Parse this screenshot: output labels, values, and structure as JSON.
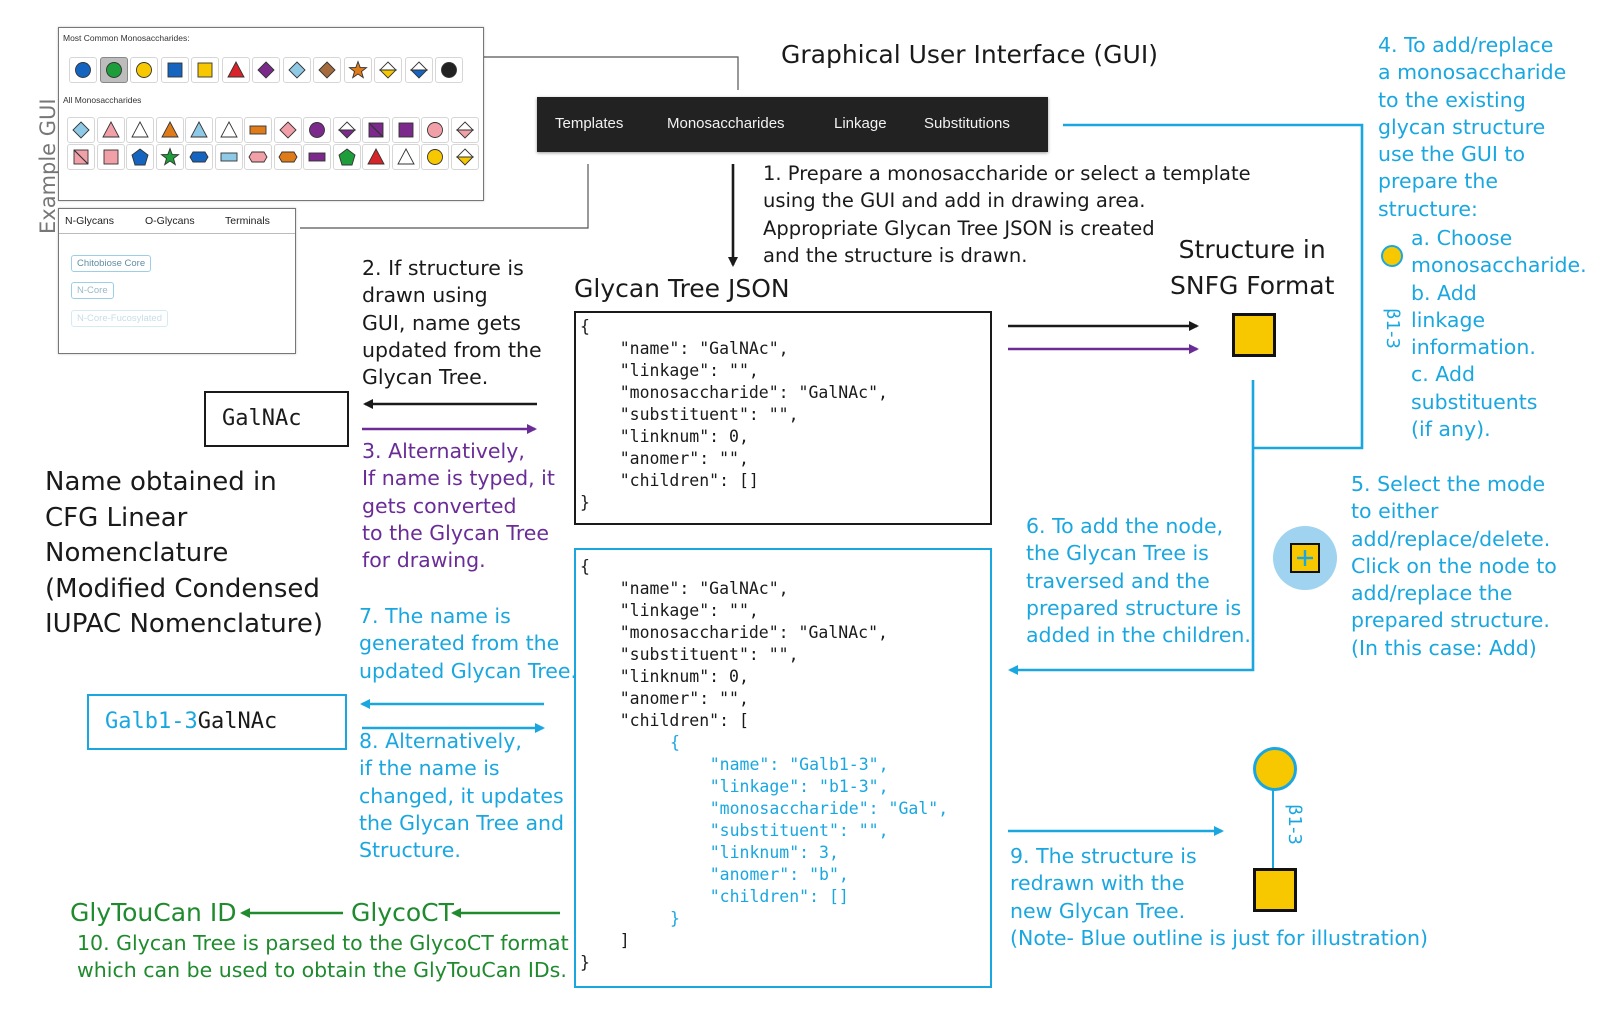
{
  "example_gui_label": "Example GUI",
  "gui_title": "Graphical User Interface (GUI)",
  "mono_panel": {
    "common_title": "Most Common Monosaccharides:",
    "all_title": "All Monosaccharides"
  },
  "template_panel": {
    "tabs": [
      "N-Glycans",
      "O-Glycans",
      "Terminals"
    ],
    "buttons": [
      "Chitobiose Core",
      "N-Core",
      "N-Core-Fucosylated"
    ]
  },
  "toolbar": {
    "items": [
      "Templates",
      "Monosaccharides",
      "Linkage",
      "Substitutions"
    ]
  },
  "step1": "1. Prepare a monosaccharide or select a template\nusing the GUI and add in drawing area.\nAppropriate Glycan Tree JSON is created\nand the structure is drawn.",
  "json_title": "Glycan Tree JSON",
  "snfg_title": "Structure in\nSNFG Format",
  "step2": "2. If structure is\ndrawn using\nGUI, name gets\nupdated from the\nGlycan Tree.",
  "name_box_1": "GalNAc",
  "step3": "3. Alternatively,\nIf name is typed, it\ngets converted\nto the Glycan Tree\nfor drawing.",
  "name_heading": "Name obtained in\nCFG Linear\nNomenclature\n(Modified Condensed\nIUPAC Nomenclature)",
  "json_box_1": "{\n    \"name\": \"GalNAc\",\n    \"linkage\": \"\",\n    \"monosaccharide\": \"GalNAc\",\n    \"substituent\": \"\",\n    \"linknum\": 0,\n    \"anomer\": \"\",\n    \"children\": []\n}",
  "json_box_2_top": "{\n    \"name\": \"GalNAc\",\n    \"linkage\": \"\",\n    \"monosaccharide\": \"GalNAc\",\n    \"substituent\": \"\",\n    \"linknum\": 0,\n    \"anomer\": \"\",\n    \"children\": [",
  "json_box_2_child": "{\n    \"name\": \"Galb1-3\",\n    \"linkage\": \"b1-3\",\n    \"monosaccharide\": \"Gal\",\n    \"substituent\": \"\",\n    \"linknum\": 3,\n    \"anomer\": \"b\",\n    \"children\": []\n}",
  "json_box_2_close": "    ]\n}",
  "step4": "4. To add/replace\na monosaccharide\nto the existing\nglycan structure\nuse the GUI to\nprepare the\nstructure:",
  "step4_sub": "a. Choose\nmonosaccharide.\nb. Add\nlinkage\ninformation.\nc. Add\nsubstituents\n(if any).",
  "linkage_label": "β1-3",
  "step5": "5. Select the mode\nto either\nadd/replace/delete.\nClick on the node to\nadd/replace the\nprepared structure.\n(In this case: Add)",
  "step6": "6. To add the node,\nthe Glycan Tree is\ntraversed and the\nprepared structure is\nadded in the children.",
  "step7": "7. The name is\ngenerated from the\nupdated Glycan Tree.",
  "name_box_2_prefix": "Galb1-3",
  "name_box_2_suffix": "GalNAc",
  "step8": "8. Alternatively,\nif the name is\nchanged, it updates\nthe Glycan Tree and\nStructure.",
  "step9": "9. The structure is\nredrawn with the\nnew Glycan Tree.\n(Note- Blue outline is just for illustration)",
  "glytoucan_label": "GlyTouCan ID",
  "glycoct_label": "GlycoCT",
  "step10": "10. Glycan Tree is parsed to the GlycoCT format\nwhich can be used to obtain the GlyTouCan IDs.",
  "colors": {
    "black": "#1a1a1a",
    "purple": "#6a2c96",
    "blue": "#1aa7e0",
    "green": "#1f8a2e",
    "snfg_yellow": "#f7c800"
  }
}
